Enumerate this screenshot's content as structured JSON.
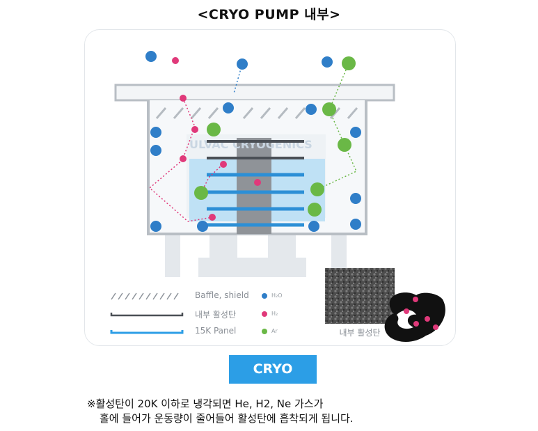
{
  "title": "<CRYO PUMP 내부>",
  "watermark": "ULVAC CRYOGENICS",
  "legend": {
    "items": [
      {
        "label": "Baffle, shield",
        "style": "dashed-gray"
      },
      {
        "label": "내부 활성탄",
        "style": "solid-dark"
      },
      {
        "label": "15K Panel",
        "style": "solid-blue"
      }
    ],
    "gases": [
      {
        "name": "H₂O",
        "color": "#2f7ec8"
      },
      {
        "name": "H₂",
        "color": "#e0397a"
      },
      {
        "name": "Ar",
        "color": "#6ab846"
      }
    ]
  },
  "sem_caption": "내부 활성탄",
  "button_label": "CRYO",
  "note": {
    "line1": "※활성탄이 20K 이하로 냉각되면 He, H2, Ne 가스가",
    "line2": "홀에 들어가 운동량이 줄어들어 활성탄에 흡착되게 됩니다."
  },
  "colors": {
    "water": "#2f7ec8",
    "hydrogen": "#e0397a",
    "argon": "#6ab846",
    "accent": "#2c9ee6"
  }
}
